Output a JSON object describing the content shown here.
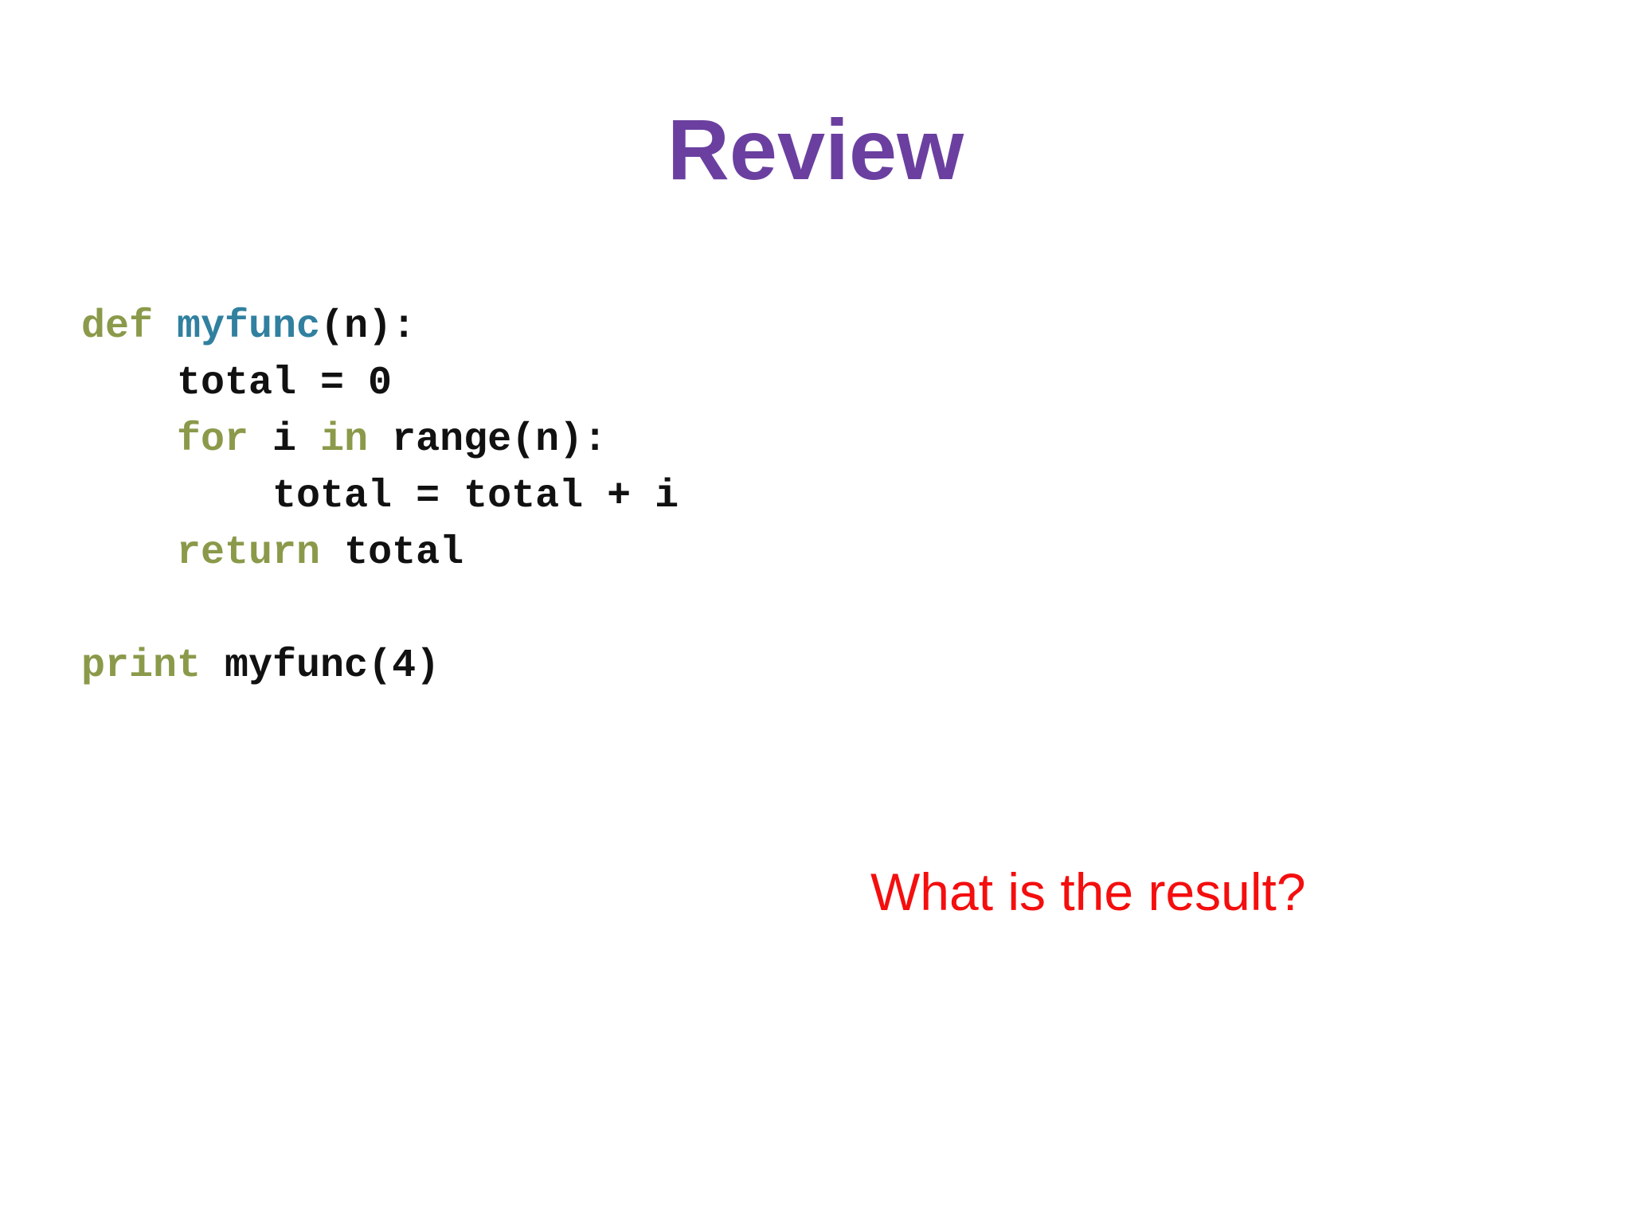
{
  "slide": {
    "title": {
      "text": "Review"
    },
    "code": {
      "language": "python",
      "lines": [
        {
          "segments": [
            {
              "t": "def",
              "c": "keyword"
            },
            {
              "t": " ",
              "c": "plain"
            },
            {
              "t": "myfunc",
              "c": "function"
            },
            {
              "t": "(n):",
              "c": "plain"
            }
          ]
        },
        {
          "segments": [
            {
              "t": "    total = 0",
              "c": "plain"
            }
          ]
        },
        {
          "segments": [
            {
              "t": "    ",
              "c": "plain"
            },
            {
              "t": "for",
              "c": "keyword"
            },
            {
              "t": " i ",
              "c": "plain"
            },
            {
              "t": "in",
              "c": "keyword"
            },
            {
              "t": " range(n):",
              "c": "plain"
            }
          ]
        },
        {
          "segments": [
            {
              "t": "        total = total + i",
              "c": "plain"
            }
          ]
        },
        {
          "segments": [
            {
              "t": "    ",
              "c": "plain"
            },
            {
              "t": "return",
              "c": "keyword"
            },
            {
              "t": " total",
              "c": "plain"
            }
          ]
        },
        {
          "segments": [
            {
              "t": "",
              "c": "plain"
            }
          ]
        },
        {
          "segments": [
            {
              "t": "print",
              "c": "keyword"
            },
            {
              "t": " myfunc(4)",
              "c": "plain"
            }
          ]
        }
      ]
    },
    "question": {
      "text": "What is the result?"
    }
  },
  "colors": {
    "title": "#6B3FA0",
    "keyword": "#8A9A4A",
    "function": "#31809F",
    "code": "#111111",
    "question": "#F40E0E"
  }
}
